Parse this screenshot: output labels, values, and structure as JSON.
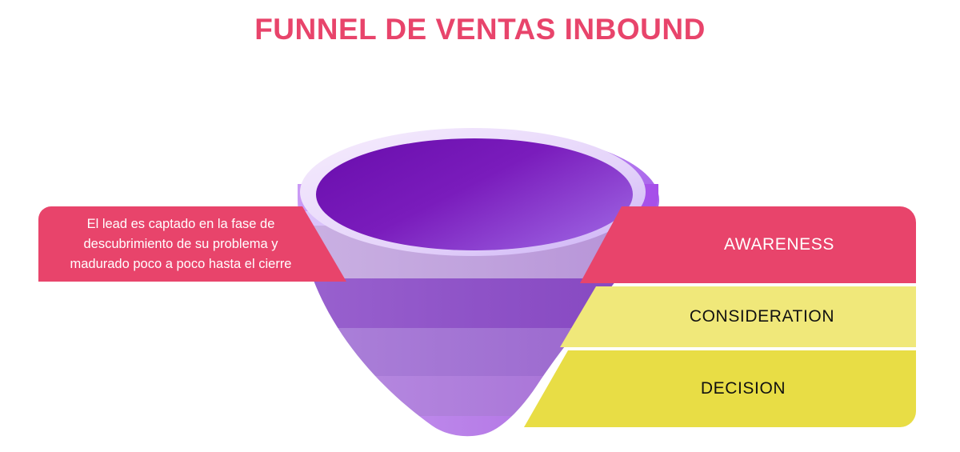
{
  "title": "FUNNEL DE VENTAS INBOUND",
  "callout": {
    "text": "El lead es captado en la fase de descubrimiento de su problema y madurado poco a poco hasta el cierre",
    "background_color": "#e8446b",
    "text_color": "#ffffff"
  },
  "funnel": {
    "name": "sales-funnel",
    "rim_outer_color": "#a96ff0",
    "rim_light_color": "#f0e4fc",
    "interior_dark_color": "#6a0fae",
    "interior_light_color": "#9b5fe0",
    "bands": [
      {
        "name": "band-1",
        "color": "#b974f0"
      },
      {
        "name": "band-2",
        "color": "#c6a8e0"
      },
      {
        "name": "band-3",
        "color": "#bb9cd9"
      },
      {
        "name": "band-4",
        "color": "#9057c9"
      },
      {
        "name": "band-5",
        "color": "#a376d4"
      },
      {
        "name": "band-6",
        "color": "#b47ee0"
      }
    ]
  },
  "stages": [
    {
      "label": "AWARENESS",
      "color": "#e8446b",
      "text_color": "#ffffff"
    },
    {
      "label": "CONSIDERATION",
      "color": "#f0e87a",
      "text_color": "#111111"
    },
    {
      "label": "DECISION",
      "color": "#e8dd45",
      "text_color": "#111111"
    }
  ],
  "chart_data": {
    "type": "funnel",
    "title": "FUNNEL DE VENTAS INBOUND",
    "stages": [
      "AWARENESS",
      "CONSIDERATION",
      "DECISION"
    ],
    "stage_colors": [
      "#e8446b",
      "#f0e87a",
      "#e8dd45"
    ],
    "annotation": "El lead es captado en la fase de descubrimiento de su problema y madurado poco a poco hasta el cierre",
    "legend_position": "right",
    "grid": false
  }
}
